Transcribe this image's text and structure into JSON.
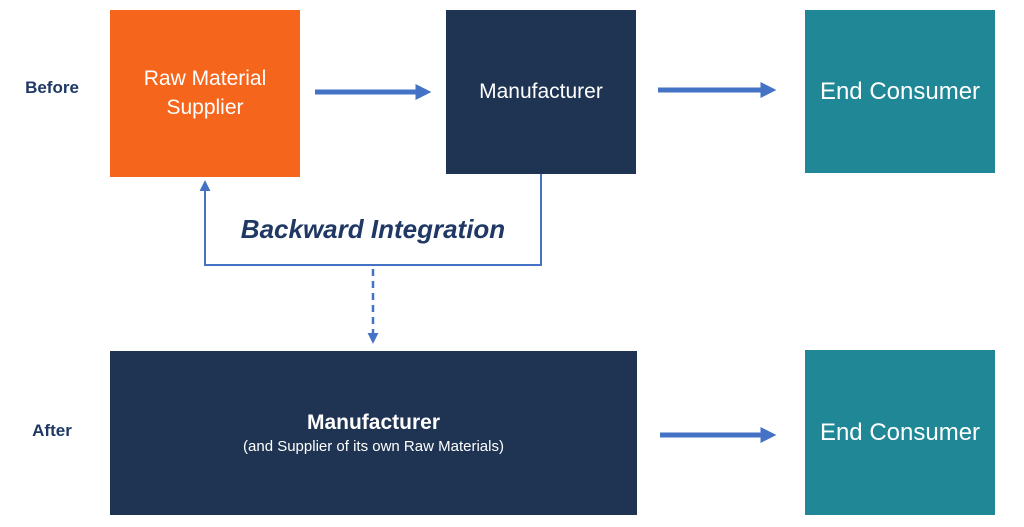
{
  "title": "Backward Integration diagram",
  "row_labels": {
    "before": "Before",
    "after": "After"
  },
  "annotation": {
    "backward_integration": "Backward Integration"
  },
  "boxes": {
    "raw_material_supplier": {
      "label": "Raw Material Supplier"
    },
    "manufacturer_before": {
      "label": "Manufacturer"
    },
    "end_consumer_before": {
      "label": "End Consumer"
    },
    "manufacturer_after": {
      "title": "Manufacturer",
      "subtitle": "(and Supplier of its own Raw Materials)"
    },
    "end_consumer_after": {
      "label": "End Consumer"
    }
  },
  "icons": {
    "solid_right_arrows": "flow-arrow-icon",
    "bracket_up_arrow": "backward-integration-connector-icon",
    "dashed_down_arrow": "transition-arrow-icon"
  },
  "colors": {
    "supplier_orange": "#F5651C",
    "manufacturer_navy": "#1F3352",
    "consumer_teal": "#1F8795",
    "arrow_blue": "#4472C4",
    "label_navy": "#1F3864",
    "background": "#FFFFFF"
  }
}
